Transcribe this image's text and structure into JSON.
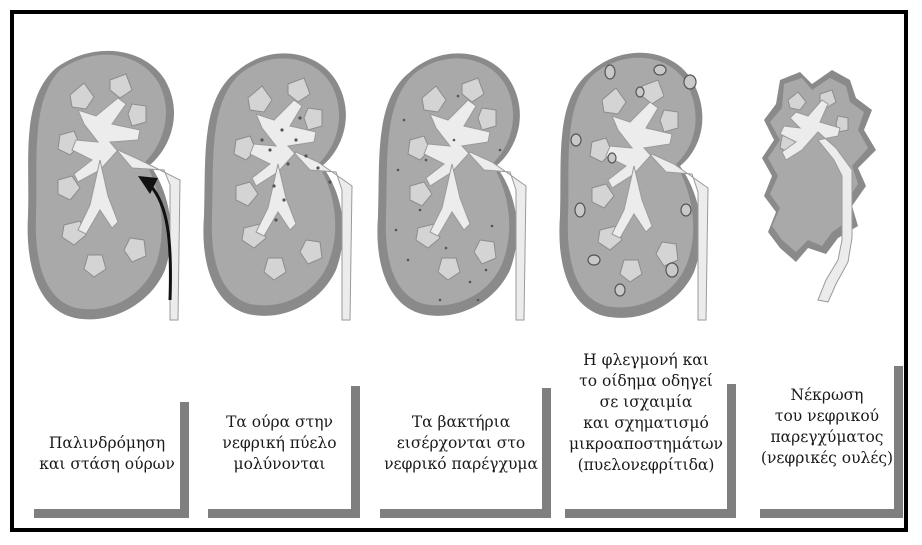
{
  "stages": [
    {
      "name": "reflux",
      "caption": "Παλινδρόμηση\nκαι στάση ούρων"
    },
    {
      "name": "infected-urine",
      "caption": "Τα ούρα στην\nνεφρική πύελο\nμολύνονται"
    },
    {
      "name": "bacteria-enter",
      "caption": "Τα βακτήρια\nεισέρχονται στο\nνεφρικό παρέγχυμα"
    },
    {
      "name": "inflammation",
      "caption": "Η φλεγμονή και\nτο οίδημα οδηγεί\nσε ισχαιμία\nκαι σχηματισμό\nμικροαποστημάτων\n(πυελονεφρίτιδα)"
    },
    {
      "name": "necrosis",
      "caption": "Νέκρωση\nτου νεφρικού\nπαρεγχύματος\n(νεφρικές ουλές)"
    }
  ],
  "colors": {
    "kidney_shadow": "#8a8a8a",
    "kidney_body": "#a9a9a9",
    "pelvis": "#ececec",
    "calyx": "#d4d4d4",
    "stand_shadow": "#7f7f7f"
  }
}
